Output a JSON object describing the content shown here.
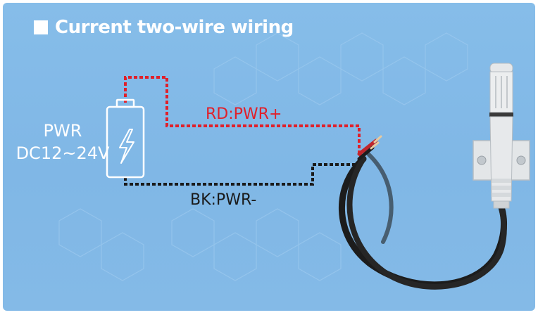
{
  "title": "Current two-wire wiring",
  "power": {
    "line1": "PWR",
    "line2": "DC12~24V"
  },
  "wires": {
    "red_label": "RD:PWR+",
    "black_label": "BK:PWR-"
  },
  "colors": {
    "background": "#84bae7",
    "red_wire": "#e0202a",
    "black_wire": "#1a1a1a",
    "text_white": "#ffffff"
  },
  "icons": {
    "battery": "battery-icon",
    "lightning": "lightning-icon",
    "sensor": "sensor-probe-icon"
  }
}
